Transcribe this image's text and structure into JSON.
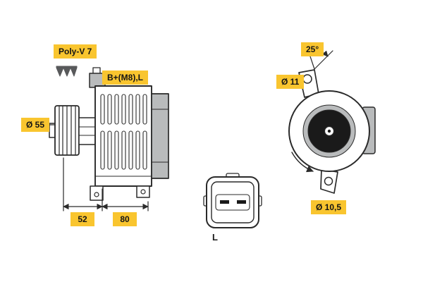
{
  "labels": {
    "belt_type": "Poly-V 7",
    "terminal": "B+(M8),L",
    "pulley_diameter": "Ø 55",
    "length_front": "52",
    "length_rear": "80",
    "mount_angle": "25°",
    "mount_hole_top": "Ø 11",
    "mount_hole_bottom": "Ø 10,5",
    "connector": "L"
  },
  "colors": {
    "label_bg": "#f9c52f",
    "line": "#2a2a2a",
    "fill_gray": "#b9bbbc",
    "fill_dark": "#1a1a1a"
  }
}
